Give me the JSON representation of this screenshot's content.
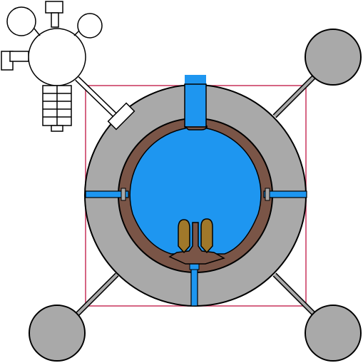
{
  "map": {
    "kind": "space-station-layout",
    "colors": {
      "background": "#ffffff",
      "hull": "#a9a9a9",
      "hull_outline": "#000000",
      "inner_ring": "#7a5547",
      "water": "#1e96f0",
      "boundary": "#c8325a",
      "pods": "#a0782a",
      "blueprint_fill": "#ffffff",
      "blueprint_stroke": "#000000"
    },
    "icons": {
      "docking_pod": "grey-circle-pod",
      "shuttle": "brown-capsule",
      "blueprint": "outline-module"
    }
  }
}
